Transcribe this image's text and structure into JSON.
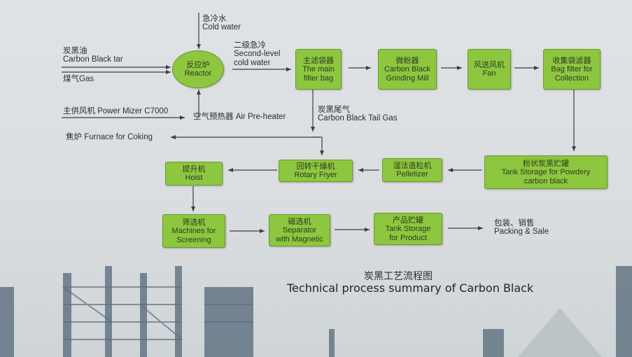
{
  "nodes": {
    "reactor": {
      "cn": "反应炉",
      "en": "Reactor"
    },
    "main_filter": {
      "cn": "主滤袋器",
      "en1": "The main",
      "en2": "filter bag"
    },
    "grinding_mill": {
      "cn": "微粉器",
      "en1": "Carbon Black",
      "en2": "Grinding Mill"
    },
    "fan": {
      "cn": "风送风机",
      "en": "Fan"
    },
    "bag_filter": {
      "cn": "收集袋滤器",
      "en1": "Bag filter for",
      "en2": "Collection"
    },
    "tank_storage": {
      "cn": "粉状炭黑贮罐",
      "en1": "Tank Storage for Powdery",
      "en2": "carbon black"
    },
    "pelletizer": {
      "cn": "湿法造粒机",
      "en": "Pelletizer"
    },
    "rotary_fryer": {
      "cn": "回转干燥机",
      "en": "Rotary Fryer"
    },
    "hoist": {
      "cn": "提升机",
      "en": "Hoist"
    },
    "screening": {
      "cn": "筛选机",
      "en1": "Machines for",
      "en2": "Screening"
    },
    "separator": {
      "cn": "磁选机",
      "en1": "Separator",
      "en2": "with Magnetic"
    },
    "product_tank": {
      "cn": "产品贮罐",
      "en1": "Tank Storage",
      "en2": "for Product"
    }
  },
  "labels": {
    "cold_water_cn": "急冷水",
    "cold_water_en": "Cold water",
    "second_level_cn": "二级急冷",
    "second_level_en1": "Second-level",
    "second_level_en2": "cold water",
    "tar_cn": "炭黑油",
    "tar_en": "Carbon Black tar",
    "gas_cn": "煤气",
    "gas_en": "Gas",
    "mizer_cn": "主供风机",
    "mizer_en": "Power Mizer C7000",
    "preheater_cn": "空气预热器",
    "preheater_en": "Air Pre-heater",
    "tailgas_cn": "炭黑尾气",
    "tailgas_en": "Carbon Black Tail Gas",
    "coking_cn": "焦炉",
    "coking_en": "Furnace for Coking",
    "packing_cn": "包装、销售",
    "packing_en": "Packing & Sale"
  },
  "title": {
    "cn": "炭黑工艺流程图",
    "en": "Technical process summary of Carbon Black"
  },
  "colors": {
    "box_fill": "#8dc63f",
    "box_border": "#6a9a2c",
    "line": "#3a3f44"
  }
}
